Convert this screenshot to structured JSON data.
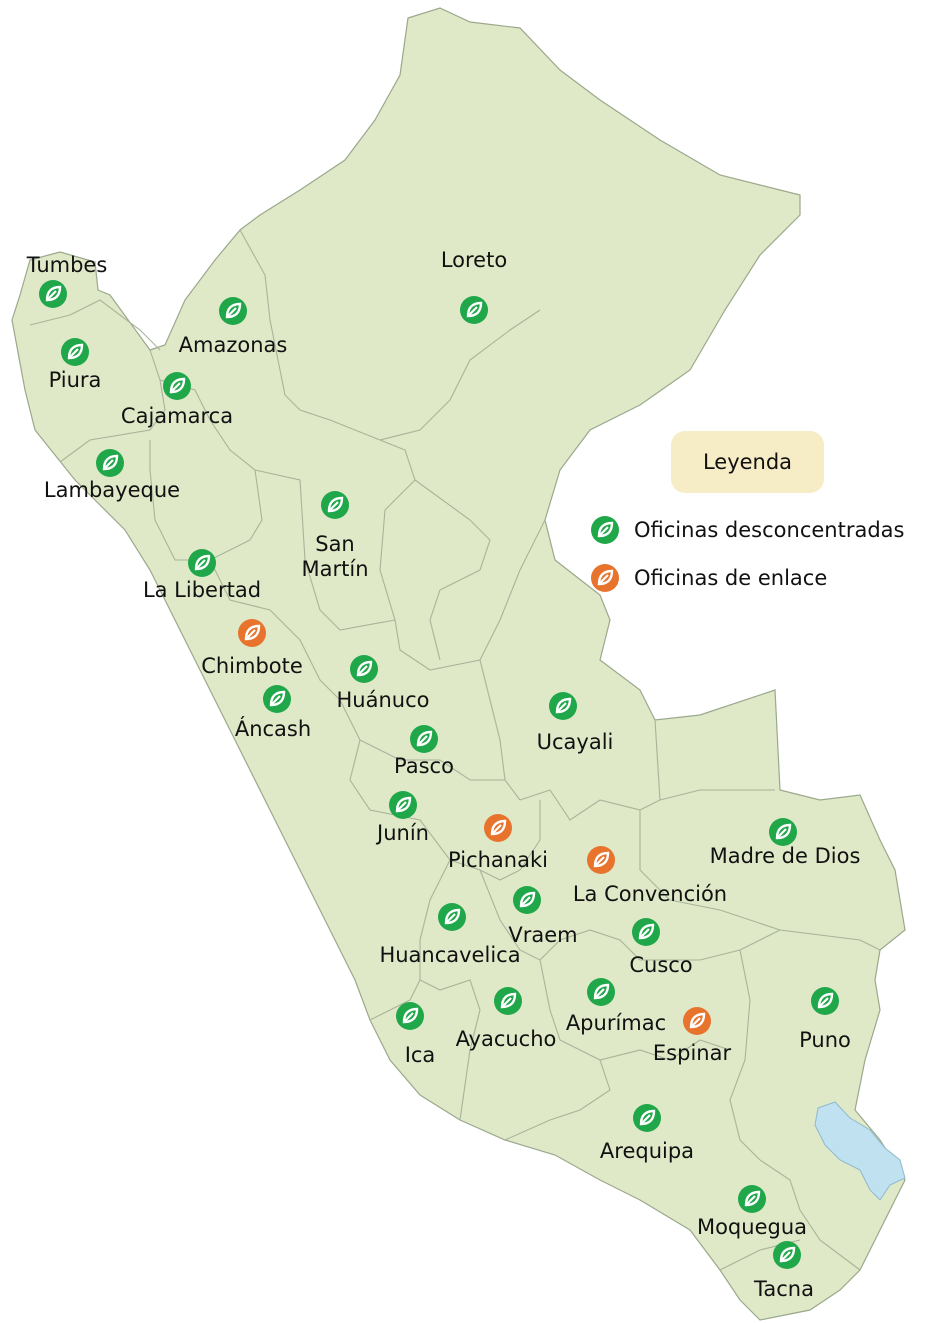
{
  "colors": {
    "desconcentrada": "#1fa74a",
    "enlace": "#e8732c",
    "land": "#dfe9c8",
    "legend_bg": "#f6ecc6"
  },
  "legend": {
    "title": "Leyenda",
    "items": [
      {
        "label": "Oficinas desconcentradas",
        "icon": "leaf-icon-green"
      },
      {
        "label": "Oficinas de enlace",
        "icon": "leaf-icon-orange"
      }
    ]
  },
  "offices": [
    {
      "name": "Tumbes",
      "type": "desconcentrada"
    },
    {
      "name": "Piura",
      "type": "desconcentrada"
    },
    {
      "name": "Amazonas",
      "type": "desconcentrada"
    },
    {
      "name": "Loreto",
      "type": "desconcentrada"
    },
    {
      "name": "Cajamarca",
      "type": "desconcentrada"
    },
    {
      "name": "Lambayeque",
      "type": "desconcentrada"
    },
    {
      "name": "San Martín",
      "type": "desconcentrada"
    },
    {
      "name": "La Libertad",
      "type": "desconcentrada"
    },
    {
      "name": "Chimbote",
      "type": "enlace"
    },
    {
      "name": "Áncash",
      "type": "desconcentrada"
    },
    {
      "name": "Huánuco",
      "type": "desconcentrada"
    },
    {
      "name": "Ucayali",
      "type": "desconcentrada"
    },
    {
      "name": "Pasco",
      "type": "desconcentrada"
    },
    {
      "name": "Junín",
      "type": "desconcentrada"
    },
    {
      "name": "Pichanaki",
      "type": "enlace"
    },
    {
      "name": "La Convención",
      "type": "enlace"
    },
    {
      "name": "Madre de Dios",
      "type": "desconcentrada"
    },
    {
      "name": "Vraem",
      "type": "desconcentrada"
    },
    {
      "name": "Huancavelica",
      "type": "desconcentrada"
    },
    {
      "name": "Cusco",
      "type": "desconcentrada"
    },
    {
      "name": "Ica",
      "type": "desconcentrada"
    },
    {
      "name": "Ayacucho",
      "type": "desconcentrada"
    },
    {
      "name": "Apurímac",
      "type": "desconcentrada"
    },
    {
      "name": "Espinar",
      "type": "enlace"
    },
    {
      "name": "Puno",
      "type": "desconcentrada"
    },
    {
      "name": "Arequipa",
      "type": "desconcentrada"
    },
    {
      "name": "Moquegua",
      "type": "desconcentrada"
    },
    {
      "name": "Tacna",
      "type": "desconcentrada"
    }
  ]
}
